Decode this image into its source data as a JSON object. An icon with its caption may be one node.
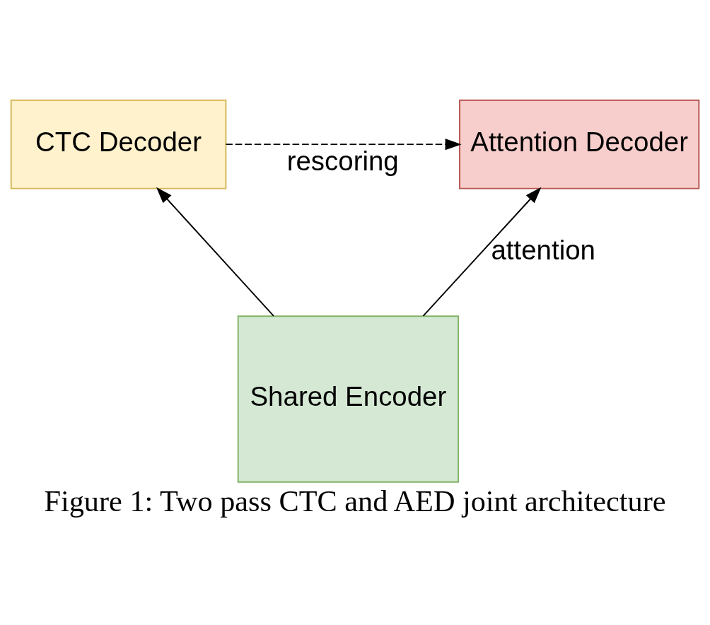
{
  "diagram": {
    "caption": "Figure 1: Two pass CTC and AED joint architecture",
    "nodes": [
      {
        "text": [
          "CTC Decoder"
        ]
      },
      {
        "text": [
          "Attention Decoder"
        ]
      },
      {
        "text": [
          "Shared Encoder"
        ]
      }
    ],
    "edges": [
      {
        "from": 2,
        "to": 0,
        "arrow": "to"
      },
      {
        "from": 2,
        "to": 1,
        "arrow": "to",
        "label": "attention"
      },
      {
        "from": 0,
        "to": 1,
        "arrow": "to",
        "label": "rescoring",
        "style": "dashed"
      }
    ]
  }
}
